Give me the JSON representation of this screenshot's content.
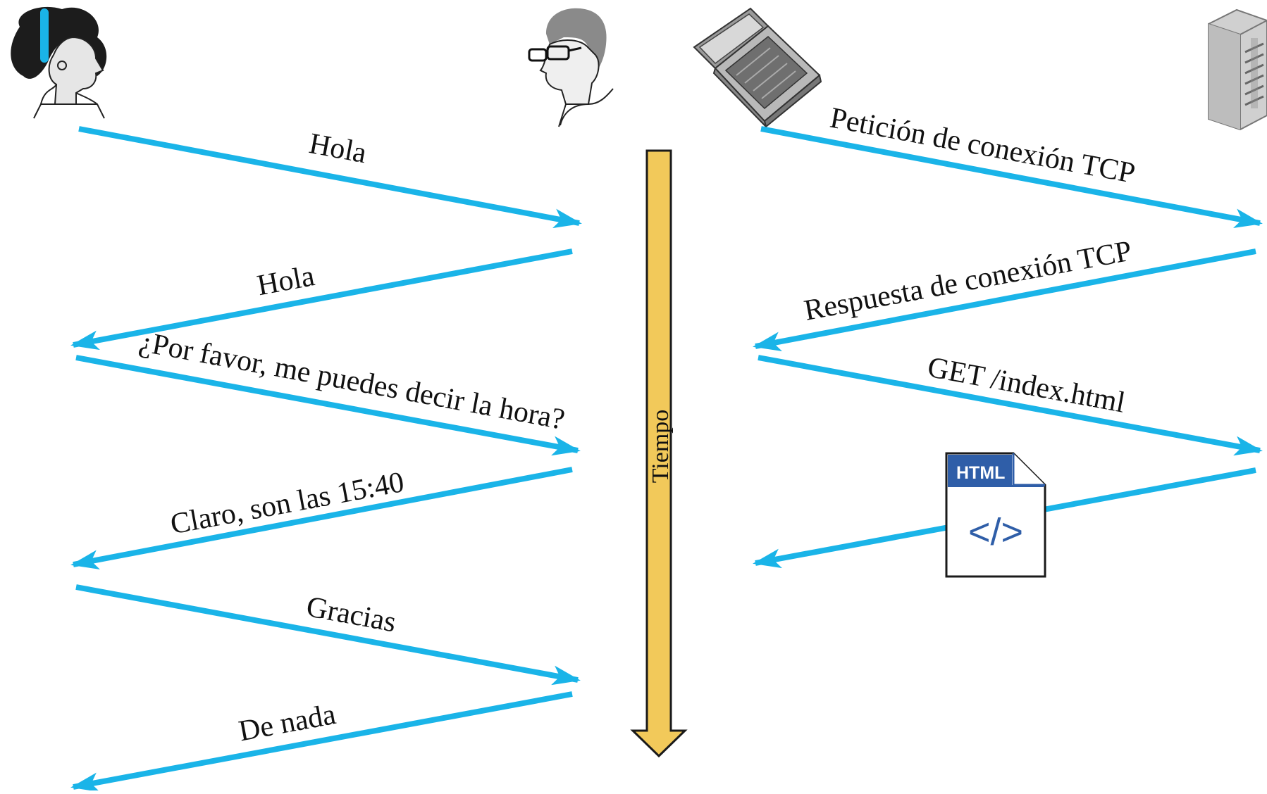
{
  "colors": {
    "arrow": "#1ab4e8",
    "time_arrow_fill": "#f2c95a",
    "html_doc_header": "#2f5ea8"
  },
  "actors": {
    "left_pair": [
      "woman-icon",
      "man-icon"
    ],
    "right_pair": [
      "laptop-icon",
      "server-icon"
    ]
  },
  "time_axis": {
    "label": "Tiempo"
  },
  "human_protocol": {
    "messages": [
      {
        "text": "Hola",
        "direction": "right"
      },
      {
        "text": "Hola",
        "direction": "left"
      },
      {
        "text": "¿Por favor, me puedes decir la hora?",
        "direction": "right"
      },
      {
        "text": "Claro, son las 15:40",
        "direction": "left"
      },
      {
        "text": "Gracias",
        "direction": "right"
      },
      {
        "text": "De nada",
        "direction": "left"
      }
    ]
  },
  "network_protocol": {
    "messages": [
      {
        "text": "Petición de conexión TCP",
        "direction": "right"
      },
      {
        "text": "Respuesta de conexión TCP",
        "direction": "left"
      },
      {
        "text": "GET /index.html",
        "direction": "right"
      },
      {
        "text": "",
        "direction": "left",
        "payload": "html-file-icon"
      }
    ]
  },
  "html_file": {
    "badge": "HTML",
    "glyph": "</>"
  }
}
